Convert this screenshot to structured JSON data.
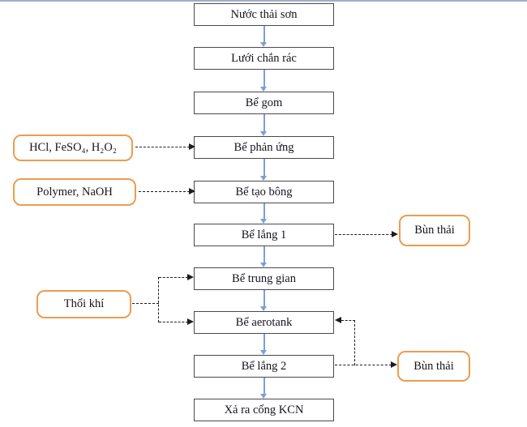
{
  "diagram_type": "wastewater-treatment-process-flowchart",
  "flow_boxes": [
    {
      "label": "Nước thải sơn"
    },
    {
      "label": "Lưới chắn rác"
    },
    {
      "label": "Bể gom"
    },
    {
      "label": "Bể phản ứng"
    },
    {
      "label": "Bể tạo bông"
    },
    {
      "label": "Bể lắng 1"
    },
    {
      "label": "Bể trung gian"
    },
    {
      "label": "Bể aerotank"
    },
    {
      "label": "Bể lắng 2"
    },
    {
      "label": "Xả ra cống KCN"
    }
  ],
  "annotations": [
    {
      "label": "HCl, FeSO₄, H₂O₂",
      "type": "dosing-input",
      "target": "Bể phản ứng"
    },
    {
      "label": "Polymer, NaOH",
      "type": "dosing-input",
      "target": "Bể tạo bông"
    },
    {
      "label": "Bùn thải",
      "type": "sludge-output",
      "source": "Bể lắng 1"
    },
    {
      "label": "Thổi khí",
      "type": "air-input",
      "target": "Bể trung gian, Bể aerotank"
    },
    {
      "label": "Bùn thải",
      "type": "sludge-output",
      "source": "Bể lắng 2",
      "recycled_to": "Bể aerotank"
    }
  ],
  "colors": {
    "process_box_border": "#4a4a4a",
    "annotation_box_border": "#ed9c50",
    "flow_arrow_blue": "#7d9fd6",
    "dashed_arrow_black": "#1c1c1c",
    "text": "#14141e",
    "top_edge_line": "#a3aec8"
  }
}
